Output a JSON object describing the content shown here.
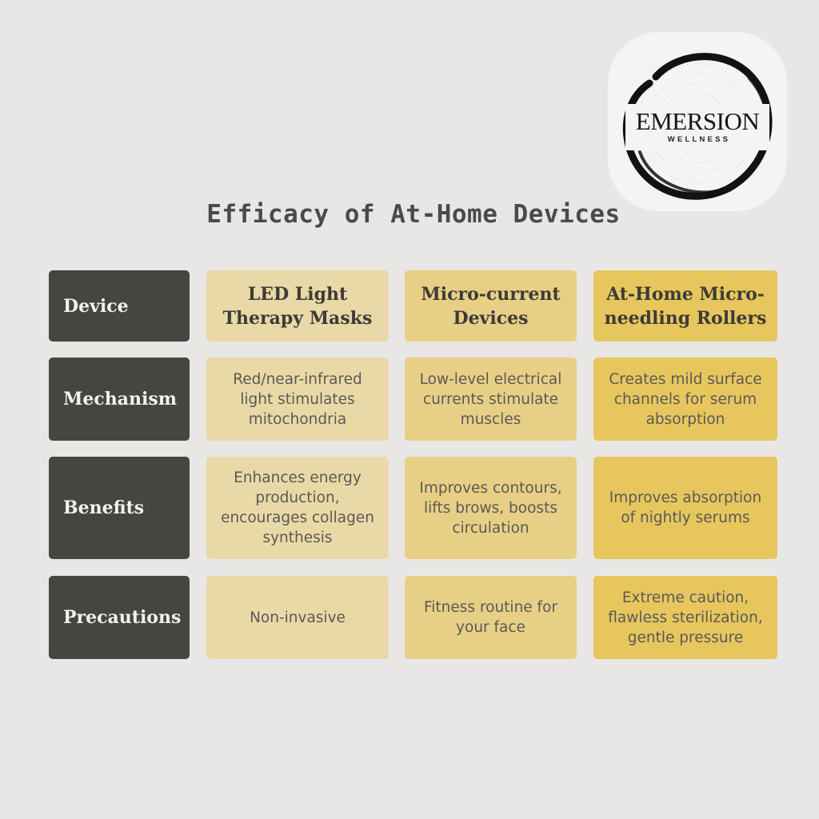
{
  "logo": {
    "name": "EMERSION",
    "subtitle": "WELLNESS"
  },
  "title": "Efficacy of At-Home Devices",
  "table": {
    "row_labels": [
      "Device",
      "Mechanism",
      "Benefits",
      "Precautions"
    ],
    "columns": [
      {
        "device": "LED Light\nTherapy Masks",
        "mechanism": "Red/near-infrared\nlight stimulates\nmitochondria",
        "benefits": "Enhances energy\nproduction,\nencourages collagen\nsynthesis",
        "precautions": "Non-invasive"
      },
      {
        "device": "Micro-current\nDevices",
        "mechanism": "Low-level electrical\ncurrents stimulate\nmuscles",
        "benefits": "Improves contours,\nlifts brows, boosts\ncirculation",
        "precautions": "Fitness routine for\nyour face"
      },
      {
        "device": "At-Home Micro-\nneedling Rollers",
        "mechanism": "Creates mild surface\nchannels for serum\nabsorption",
        "benefits": "Improves absorption\nof nightly serums",
        "precautions": "Extreme caution,\nflawless sterilization,\ngentle pressure"
      }
    ]
  },
  "colors": {
    "background": "#e8e7e5",
    "row_header": "#454541",
    "column_1": "#e9d9a6",
    "column_2": "#e8cf86",
    "column_3": "#e7c65e"
  }
}
